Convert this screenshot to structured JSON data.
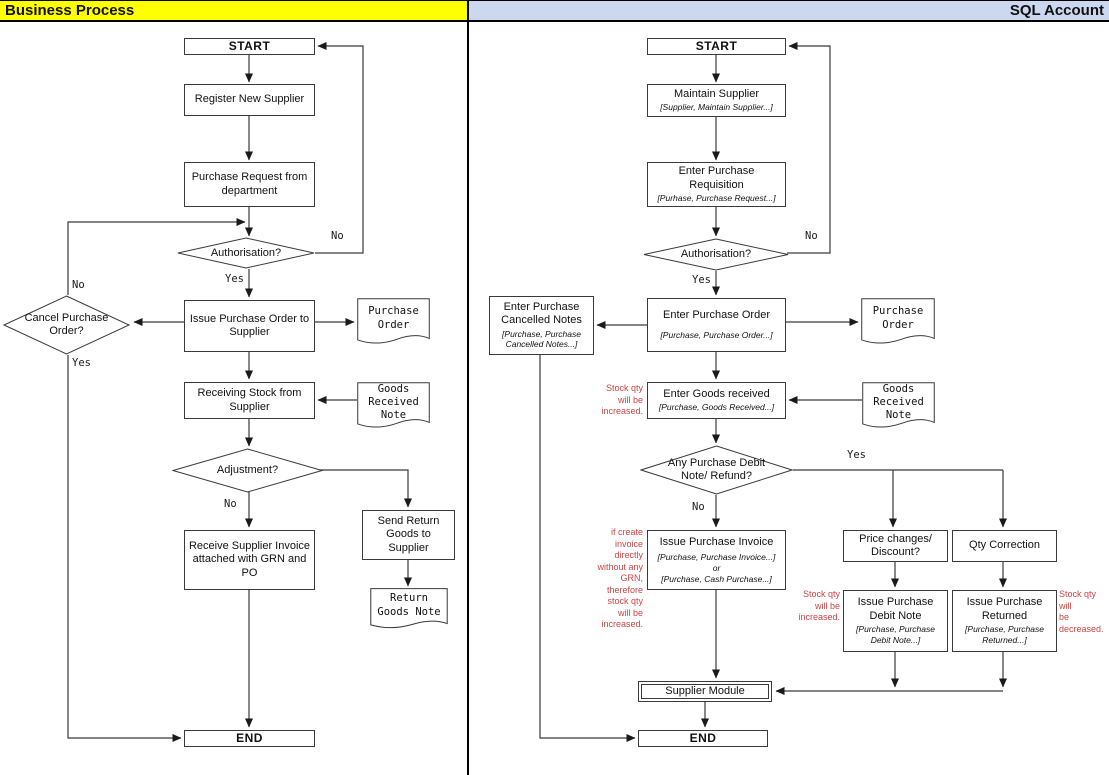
{
  "header": {
    "left": "Business Process",
    "right": "SQL Account"
  },
  "colors": {
    "left_header_bg": "#ffff00",
    "right_header_bg": "#ccd8f0",
    "annotation_red": "#cc4444"
  },
  "left": {
    "start": "START",
    "register_supplier": "Register New Supplier",
    "purchase_request": "Purchase Request from department",
    "authorisation": "Authorisation?",
    "authorisation_no": "No",
    "authorisation_yes": "Yes",
    "cancel_po": "Cancel Purchase Order?",
    "cancel_po_no": "No",
    "cancel_po_yes": "Yes",
    "issue_po": "Issue Purchase Order to Supplier",
    "po_doc": "Purchase\nOrder",
    "receiving_stock": "Receiving Stock from Supplier",
    "grn_doc": "Goods\nReceived\nNote",
    "adjustment": "Adjustment?",
    "adjustment_no": "No",
    "receive_invoice": "Receive Supplier Invoice attached with GRN and PO",
    "send_return": "Send Return Goods to Supplier",
    "return_doc": "Return\nGoods Note",
    "end": "END"
  },
  "right": {
    "start": "START",
    "maintain_supplier": "Maintain Supplier",
    "maintain_supplier_sub": "[Supplier, Maintain Supplier...]",
    "purchase_requisition": "Enter Purchase Requisition",
    "purchase_requisition_sub": "[Purhase, Purchase Request...]",
    "authorisation": "Authorisation?",
    "authorisation_no": "No",
    "authorisation_yes": "Yes",
    "cancelled_notes": "Enter Purchase Cancelled Notes",
    "cancelled_notes_sub": "[Purchase, Purchase Cancelled Notes...]",
    "enter_po": "Enter Purchase Order",
    "enter_po_sub": "[Purchase, Purchase Order...]",
    "po_doc": "Purchase\nOrder",
    "goods_received": "Enter Goods received",
    "goods_received_sub": "[Purchase, Goods Received...]",
    "debit_refund": "Any Purchase Debit Note/ Refund?",
    "debit_refund_yes": "Yes",
    "debit_refund_no": "No",
    "grn_doc": "Goods\nReceived\nNote",
    "purchase_invoice": "Issue Purchase Invoice",
    "purchase_invoice_sub": "[Purchase, Purchase Invoice...]\nor\n[Purchase, Cash Purchase...]",
    "price_changes": "Price changes/ Discount?",
    "qty_correction": "Qty Correction",
    "debit_note": "Issue Purchase Debit Note",
    "debit_note_sub": "[Purchase, Purchase Debit Note...]",
    "purchase_returned": "Issue Purchase Returned",
    "purchase_returned_sub": "[Purchase, Purchase Returned...]",
    "supplier_module": "Supplier Module",
    "end": "END",
    "note_goods_received": "Stock qty\nwill be\nincreased.",
    "note_invoice": "if create\ninvoice\ndirectly\nwithout any\nGRN,\ntherefore\nstock qty\nwill be\nincreased.",
    "note_debit_note": "Stock qty\nwill be\nincreased.",
    "note_returned": "Stock qty will\nbe\ndecreased."
  }
}
